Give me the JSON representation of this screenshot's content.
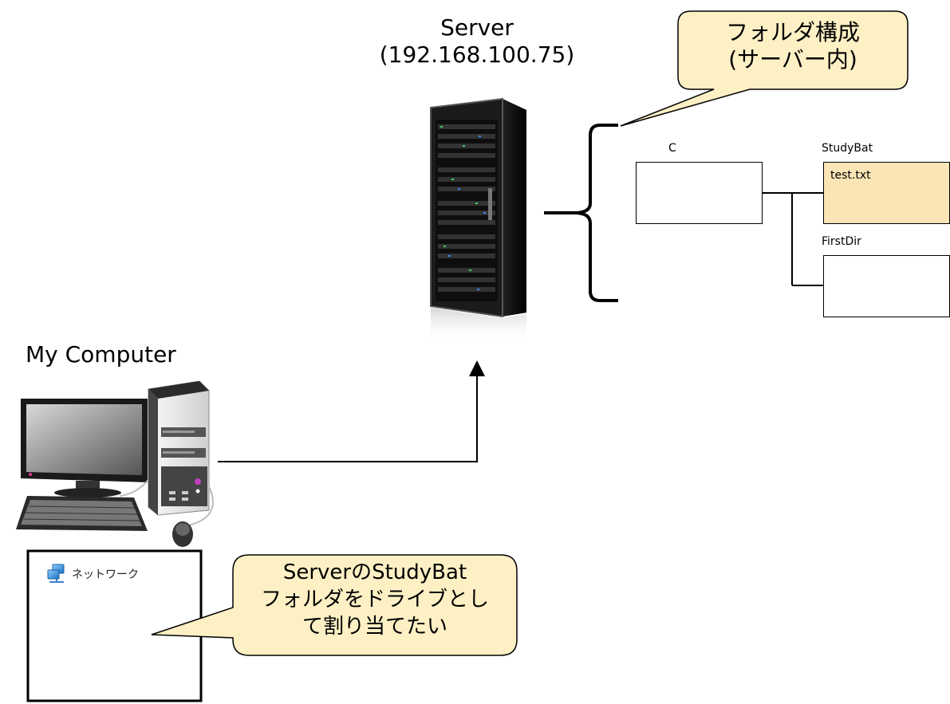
{
  "server": {
    "title": "Server",
    "ip": "(192.168.100.75)"
  },
  "folder_callout": {
    "line1": "フォルダ構成",
    "line2": "(サーバー内)"
  },
  "folders": {
    "root": {
      "label": "C"
    },
    "study": {
      "label": "StudyBat",
      "file": "test.txt"
    },
    "first": {
      "label": "FirstDir"
    }
  },
  "computer": {
    "title": "My Computer"
  },
  "explorer": {
    "network_label": "ネットワーク"
  },
  "request_callout": {
    "line1": "ServerのStudyBat",
    "line2": "フォルダをドライブとし",
    "line3": "て割り当てたい"
  },
  "colors": {
    "callout_fill": "#fdf0c4",
    "folder_highlight": "#fbe5b6",
    "line": "#000000"
  }
}
